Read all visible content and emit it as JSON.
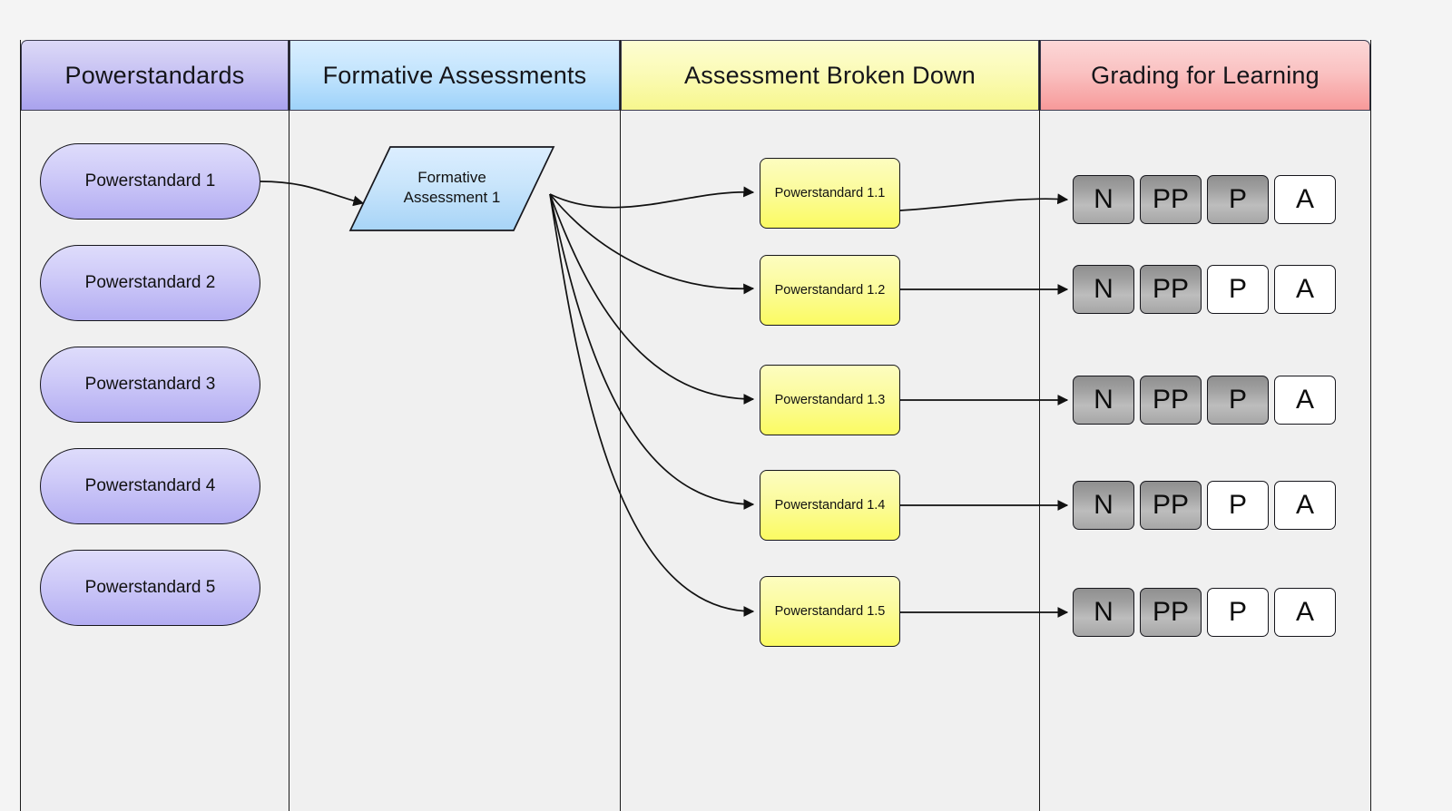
{
  "diagram": {
    "title": "Powerstandards to Grading for Learning flow",
    "background_color": "#f4f4f4",
    "lane_body_color": "#f0f0f0"
  },
  "lanes": [
    {
      "id": "powerstandards",
      "label": "Powerstandards",
      "header_color": "#c8c3f3"
    },
    {
      "id": "formative",
      "label": "Formative Assessments",
      "header_color": "#c4e5fd"
    },
    {
      "id": "broken-down",
      "label": "Assessment Broken Down",
      "header_color": "#fbfbb8"
    },
    {
      "id": "grading",
      "label": "Grading for Learning",
      "header_color": "#fac2c2"
    }
  ],
  "powerstandards": [
    {
      "label": "Powerstandard 1"
    },
    {
      "label": "Powerstandard 2"
    },
    {
      "label": "Powerstandard 3"
    },
    {
      "label": "Powerstandard 4"
    },
    {
      "label": "Powerstandard 5"
    }
  ],
  "formative_assessment": {
    "line1": "Formative",
    "line2": "Assessment 1"
  },
  "broken_down": [
    {
      "label": "Powerstandard 1.1"
    },
    {
      "label": "Powerstandard 1.2"
    },
    {
      "label": "Powerstandard 1.3"
    },
    {
      "label": "Powerstandard 1.4"
    },
    {
      "label": "Powerstandard 1.5"
    }
  ],
  "grading_legend": {
    "filled_color": "#a8a8a8",
    "empty_color": "#ffffff"
  },
  "grading_rows": [
    {
      "for": "Powerstandard 1.1",
      "cells": [
        {
          "label": "N",
          "filled": true
        },
        {
          "label": "PP",
          "filled": true
        },
        {
          "label": "P",
          "filled": true
        },
        {
          "label": "A",
          "filled": false
        }
      ]
    },
    {
      "for": "Powerstandard 1.2",
      "cells": [
        {
          "label": "N",
          "filled": true
        },
        {
          "label": "PP",
          "filled": true
        },
        {
          "label": "P",
          "filled": false
        },
        {
          "label": "A",
          "filled": false
        }
      ]
    },
    {
      "for": "Powerstandard 1.3",
      "cells": [
        {
          "label": "N",
          "filled": true
        },
        {
          "label": "PP",
          "filled": true
        },
        {
          "label": "P",
          "filled": true
        },
        {
          "label": "A",
          "filled": false
        }
      ]
    },
    {
      "for": "Powerstandard 1.4",
      "cells": [
        {
          "label": "N",
          "filled": true
        },
        {
          "label": "PP",
          "filled": true
        },
        {
          "label": "P",
          "filled": false
        },
        {
          "label": "A",
          "filled": false
        }
      ]
    },
    {
      "for": "Powerstandard 1.5",
      "cells": [
        {
          "label": "N",
          "filled": true
        },
        {
          "label": "PP",
          "filled": true
        },
        {
          "label": "P",
          "filled": false
        },
        {
          "label": "A",
          "filled": false
        }
      ]
    }
  ]
}
